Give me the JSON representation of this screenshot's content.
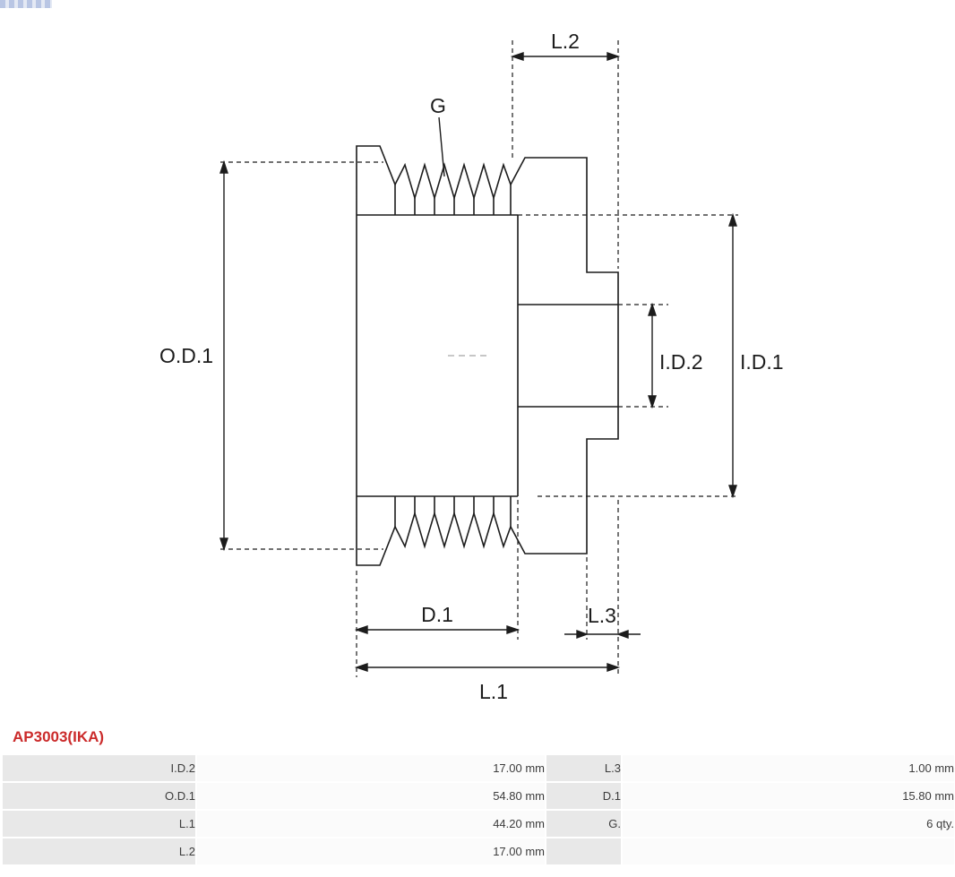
{
  "header": {
    "part_number": "AP3003(IKA)"
  },
  "colors": {
    "part_number_red": "#cb2b2b",
    "drawing_line": "#1c1c1c",
    "table_label_bg": "#e8e8e8"
  },
  "diagram": {
    "type": "pulley-cross-section",
    "groove_count": 6,
    "labels": {
      "od1": "O.D.1",
      "id1": "I.D.1",
      "id2": "I.D.2",
      "l1": "L.1",
      "l2": "L.2",
      "l3": "L.3",
      "d1": "D.1",
      "g": "G"
    }
  },
  "spec_table": {
    "rows": [
      {
        "label1": "I.D.2",
        "value1": "17.00 mm",
        "label2": "L.3",
        "value2": "1.00 mm"
      },
      {
        "label1": "O.D.1",
        "value1": "54.80 mm",
        "label2": "D.1",
        "value2": "15.80 mm"
      },
      {
        "label1": "L.1",
        "value1": "44.20 mm",
        "label2": "G.",
        "value2": "6 qty."
      },
      {
        "label1": "L.2",
        "value1": "17.00 mm",
        "label2": "",
        "value2": ""
      }
    ]
  }
}
